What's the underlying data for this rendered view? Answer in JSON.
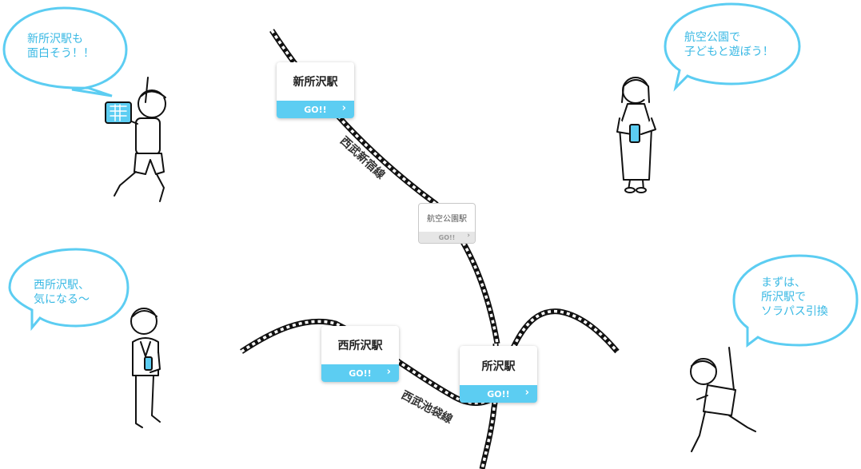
{
  "stations": {
    "shintokorozawa": {
      "name": "新所沢駅",
      "go": "GO!!"
    },
    "kokukoen": {
      "name": "航空公園駅",
      "go": "GO!!"
    },
    "nishitokorozawa": {
      "name": "西所沢駅",
      "go": "GO!!"
    },
    "tokorozawa": {
      "name": "所沢駅",
      "go": "GO!!"
    }
  },
  "lines": {
    "shinjuku": "西武新宿線",
    "ikebukuro": "西武池袋線"
  },
  "bubbles": {
    "top_left": "新所沢駅も\n面白そう！！",
    "top_right": "航空公園で\n子どもと遊ぼう！",
    "mid_left": "西所沢駅、\n気になる～",
    "mid_right": "まずは、\n所沢駅で\nソラパス引換"
  },
  "colors": {
    "accent": "#5ccdf2",
    "bubble": "#5ccdf2",
    "track": "#111111"
  }
}
